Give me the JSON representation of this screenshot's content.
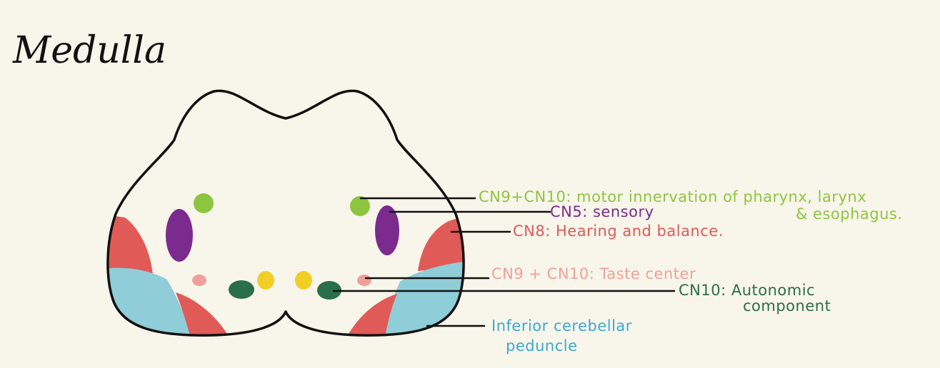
{
  "title": "Medulla",
  "labels": {
    "motor": {
      "line1": "CN9+CN10: motor innervation of pharynx, larynx",
      "line2": "& esophagus."
    },
    "sensory": "CN5: sensory",
    "hearing": "CN8: Hearing and balance.",
    "taste": "CN9 + CN10: Taste center",
    "autonomic": {
      "line1": "CN10: Autonomic",
      "line2": "component"
    },
    "icp": {
      "line1": "Inferior cerebellar",
      "line2": "peduncle"
    }
  },
  "colors": {
    "background": "#f8f5ea",
    "outline": "#111111",
    "motor_green": "#8cc63f",
    "sensory_purple": "#7b2b8e",
    "hearing_red": "#e05a58",
    "taste_pink": "#f0a09a",
    "autonomic_green": "#2a6e4a",
    "yellow": "#f2cf27",
    "icp_blue": "#8fcdd8",
    "icp_label_blue": "#3aa9d6"
  }
}
